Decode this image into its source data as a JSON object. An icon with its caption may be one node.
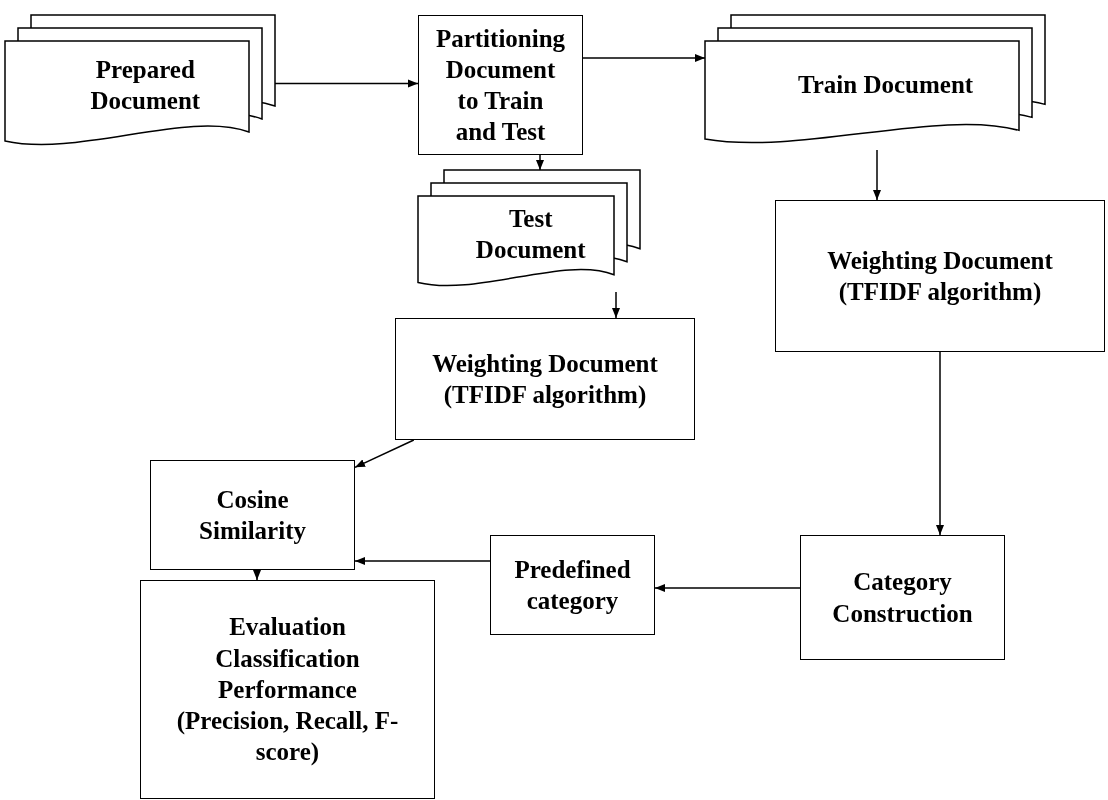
{
  "diagram": {
    "nodes": [
      {
        "text": [
          "Prepared Document"
        ]
      },
      {
        "text": [
          "Partitioning Document to Train and Test"
        ]
      },
      {
        "text": [
          "Train Document"
        ]
      },
      {
        "text": [
          "Test Document"
        ]
      },
      {
        "text": [
          "Weighting Document (TFIDF algorithm)"
        ]
      },
      {
        "text": [
          "Weighting Document (TFIDF algorithm)"
        ]
      },
      {
        "text": [
          "Cosine Similarity"
        ]
      },
      {
        "text": [
          "Predefined category"
        ]
      },
      {
        "text": [
          "Category Construction"
        ]
      },
      {
        "text": [
          "Evaluation Classification Performance (Precision, Recall, F-score)"
        ]
      }
    ],
    "edges": [
      {
        "from": 0,
        "to": 1,
        "arrow": "to"
      },
      {
        "from": 1,
        "to": 2,
        "arrow": "to"
      },
      {
        "from": 1,
        "to": 3,
        "arrow": "to"
      },
      {
        "from": 2,
        "to": 5,
        "arrow": "to"
      },
      {
        "from": 3,
        "to": 4,
        "arrow": "to"
      },
      {
        "from": 4,
        "to": 6,
        "arrow": "to"
      },
      {
        "from": 5,
        "to": 8,
        "arrow": "to"
      },
      {
        "from": 8,
        "to": 7,
        "arrow": "to"
      },
      {
        "from": 7,
        "to": 6,
        "arrow": "to"
      },
      {
        "from": 6,
        "to": 9,
        "arrow": "to"
      }
    ]
  }
}
